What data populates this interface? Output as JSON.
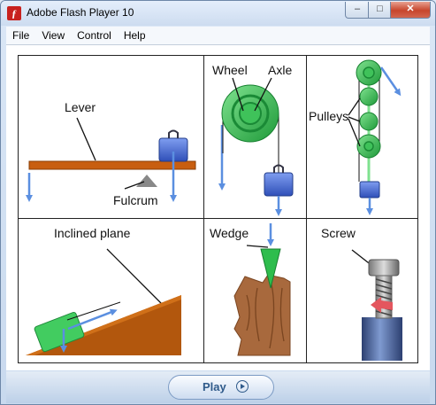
{
  "window": {
    "title": "Adobe Flash Player 10",
    "app_icon": "flash-player-icon"
  },
  "controls": {
    "minimize_icon": "minimize-icon",
    "maximize_icon": "maximize-icon",
    "close_icon": "close-icon"
  },
  "menu": {
    "items": [
      "File",
      "View",
      "Control",
      "Help"
    ]
  },
  "machines": {
    "lever": {
      "title": "Lever",
      "fulcrum": "Fulcrum"
    },
    "wheel": {
      "wheel": "Wheel",
      "axle": "Axle"
    },
    "pulleys": {
      "title": "Pulleys"
    },
    "inclined_plane": {
      "title": "Inclined plane"
    },
    "wedge": {
      "title": "Wedge"
    },
    "screw": {
      "title": "Screw"
    }
  },
  "footer": {
    "play_label": "Play",
    "play_icon": "play-circle-icon"
  }
}
